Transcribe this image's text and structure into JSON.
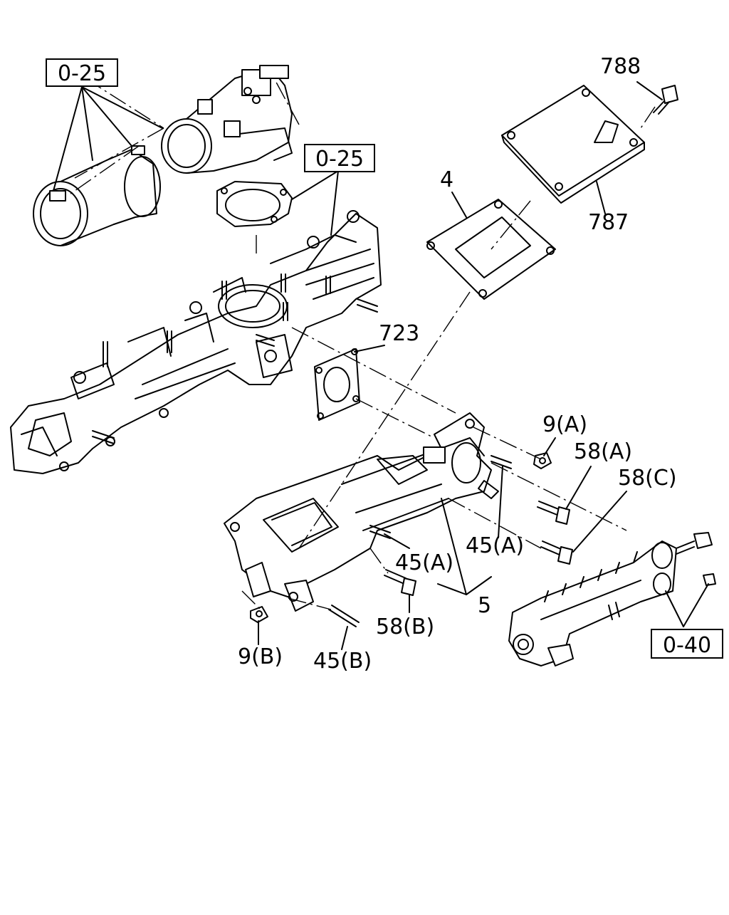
{
  "ref_boxes": {
    "ref_top_left": "0-25",
    "ref_mid": "0-25",
    "ref_right": "0-40"
  },
  "callouts": {
    "c_788": "788",
    "c_787": "787",
    "c_4": "4",
    "c_723": "723",
    "c_9a": "9(A)",
    "c_58a": "58(A)",
    "c_58c": "58(C)",
    "c_45a_right": "45(A)",
    "c_45a_left": "45(A)",
    "c_5": "5",
    "c_58b": "58(B)",
    "c_9b": "9(B)",
    "c_45b": "45(B)"
  }
}
